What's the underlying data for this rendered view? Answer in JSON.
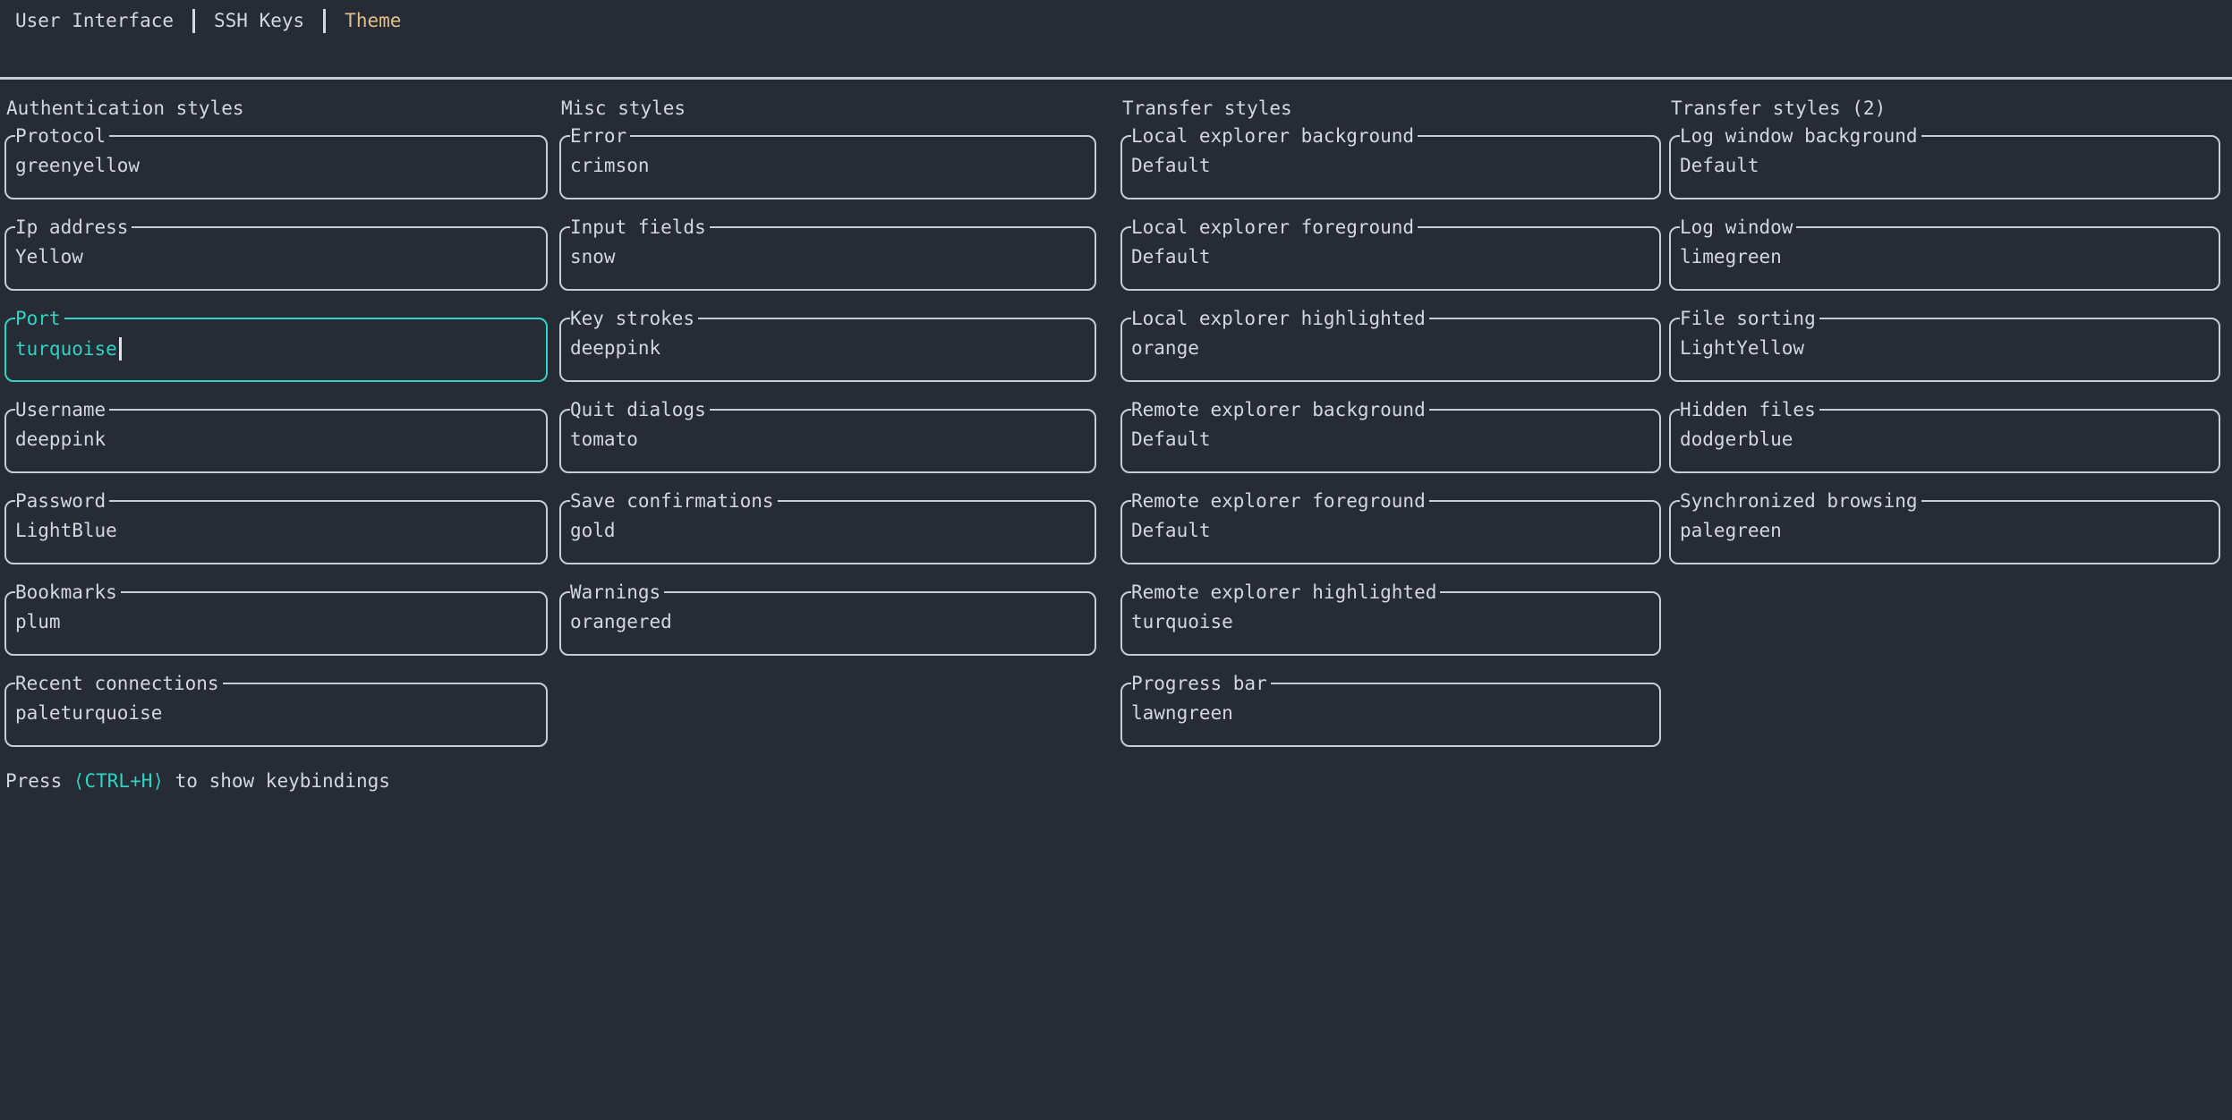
{
  "colors": {
    "background": "#262b35",
    "foreground": "#d3d7de",
    "border": "#c8cdd5",
    "focus_accent": "#30d4c2",
    "tab_active": "#dfc08c",
    "cursor": "#e2e6eb"
  },
  "tabs": {
    "items": [
      {
        "label": "User Interface",
        "active": false
      },
      {
        "label": "SSH Keys",
        "active": false
      },
      {
        "label": "Theme",
        "active": true
      }
    ]
  },
  "columns": [
    {
      "title": "Authentication styles",
      "fields": [
        {
          "label": "Protocol",
          "value": "greenyellow",
          "focused": false
        },
        {
          "label": "Ip address",
          "value": "Yellow",
          "focused": false
        },
        {
          "label": "Port",
          "value": "turquoise",
          "focused": true
        },
        {
          "label": "Username",
          "value": "deeppink",
          "focused": false
        },
        {
          "label": "Password",
          "value": "LightBlue",
          "focused": false
        },
        {
          "label": "Bookmarks",
          "value": "plum",
          "focused": false
        },
        {
          "label": "Recent connections",
          "value": "paleturquoise",
          "focused": false
        }
      ]
    },
    {
      "title": "Misc styles",
      "fields": [
        {
          "label": "Error",
          "value": "crimson",
          "focused": false
        },
        {
          "label": "Input fields",
          "value": "snow",
          "focused": false
        },
        {
          "label": "Key strokes",
          "value": "deeppink",
          "focused": false
        },
        {
          "label": "Quit dialogs",
          "value": "tomato",
          "focused": false
        },
        {
          "label": "Save confirmations",
          "value": "gold",
          "focused": false
        },
        {
          "label": "Warnings",
          "value": "orangered",
          "focused": false
        }
      ]
    },
    {
      "title": "Transfer styles",
      "fields": [
        {
          "label": "Local explorer background",
          "value": "Default",
          "focused": false
        },
        {
          "label": "Local explorer foreground",
          "value": "Default",
          "focused": false
        },
        {
          "label": "Local explorer highlighted",
          "value": "orange",
          "focused": false
        },
        {
          "label": "Remote explorer background",
          "value": "Default",
          "focused": false
        },
        {
          "label": "Remote explorer foreground",
          "value": "Default",
          "focused": false
        },
        {
          "label": "Remote explorer highlighted",
          "value": "turquoise",
          "focused": false
        },
        {
          "label": "Progress bar",
          "value": "lawngreen",
          "focused": false
        }
      ]
    },
    {
      "title": "Transfer styles (2)",
      "fields": [
        {
          "label": "Log window background",
          "value": "Default",
          "focused": false
        },
        {
          "label": "Log window",
          "value": "limegreen",
          "focused": false
        },
        {
          "label": "File sorting",
          "value": "LightYellow",
          "focused": false
        },
        {
          "label": "Hidden files",
          "value": "dodgerblue",
          "focused": false
        },
        {
          "label": "Synchronized browsing",
          "value": "palegreen",
          "focused": false
        }
      ]
    }
  ],
  "status_bar": {
    "prefix": "Press ",
    "key": "⟨CTRL+H⟩",
    "suffix": " to show keybindings"
  }
}
